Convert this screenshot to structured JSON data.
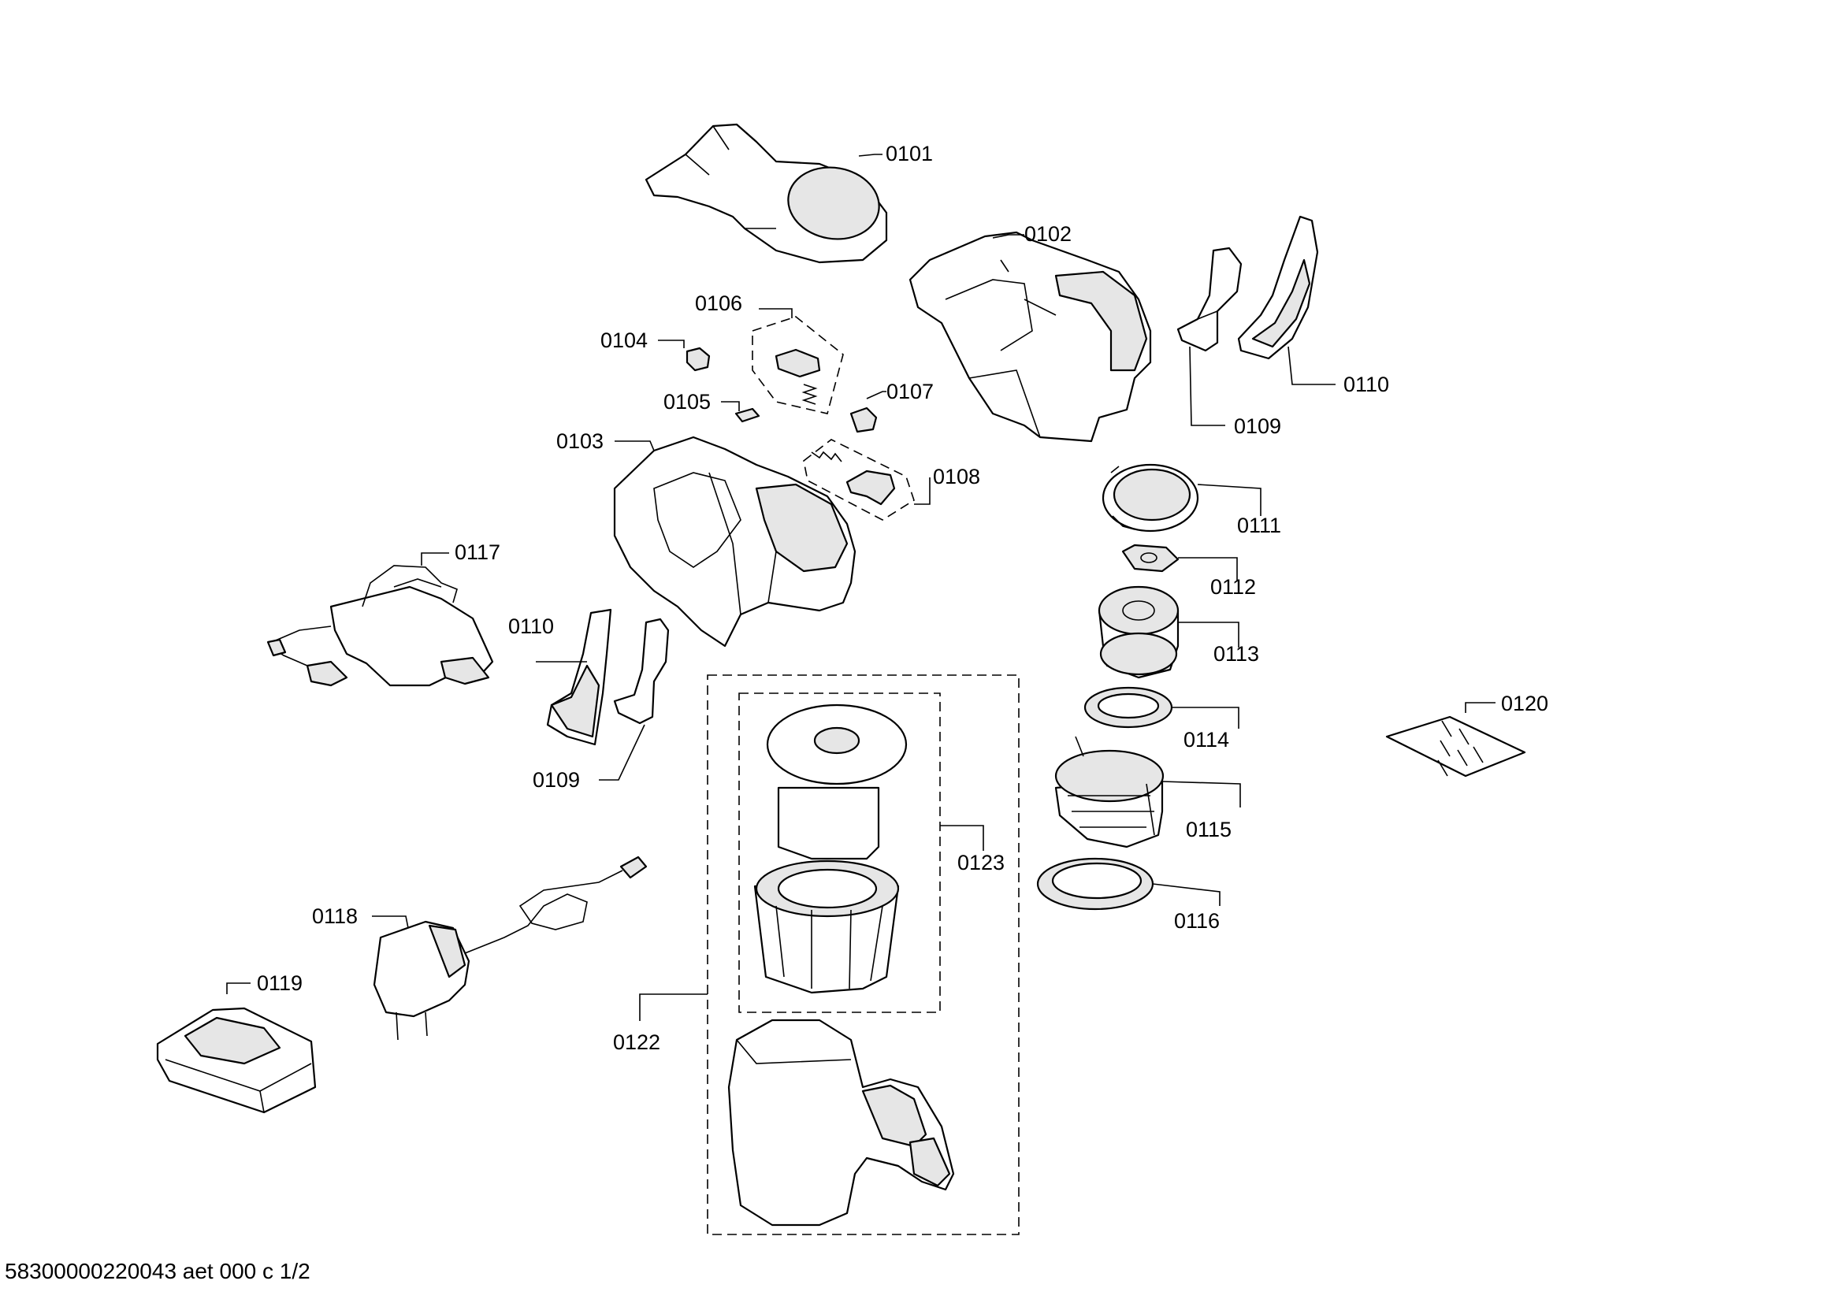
{
  "diagram": {
    "footer_code": "58300000220043 aet 000 c 1/2",
    "labels": {
      "p0101": "0101",
      "p0102": "0102",
      "p0103": "0103",
      "p0104": "0104",
      "p0105": "0105",
      "p0106": "0106",
      "p0107": "0107",
      "p0108": "0108",
      "p0109_right": "0109",
      "p0110_right": "0110",
      "p0109_left": "0109",
      "p0110_left": "0110",
      "p0111": "0111",
      "p0112": "0112",
      "p0113": "0113",
      "p0114": "0114",
      "p0115": "0115",
      "p0116": "0116",
      "p0117": "0117",
      "p0118": "0118",
      "p0119": "0119",
      "p0120": "0120",
      "p0122": "0122",
      "p0123": "0123"
    }
  }
}
